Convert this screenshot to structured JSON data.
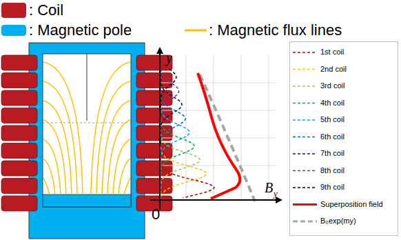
{
  "diagram": {
    "labels": [
      "y",
      "B",
      "y",
      "0"
    ],
    "legend": [
      {
        "text": ": Coil",
        "color": "#b81c22"
      },
      {
        "text": ": Magnetic pole",
        "color": "#00b0f0"
      },
      {
        "text": ": Magnetic flux lines"
      },
      {
        "text": "1st coil"
      },
      {
        "text": "2nd coil"
      },
      {
        "text": "3rd coil"
      },
      {
        "text": "4th coil"
      },
      {
        "text": "5th coil"
      },
      {
        "text": "6th coil"
      },
      {
        "text": "7th coil"
      },
      {
        "text": "8th coil"
      },
      {
        "text": "9th coil"
      },
      {
        "text": "Superposition field"
      },
      {
        "text": "B₀exp(my)"
      }
    ]
  }
}
